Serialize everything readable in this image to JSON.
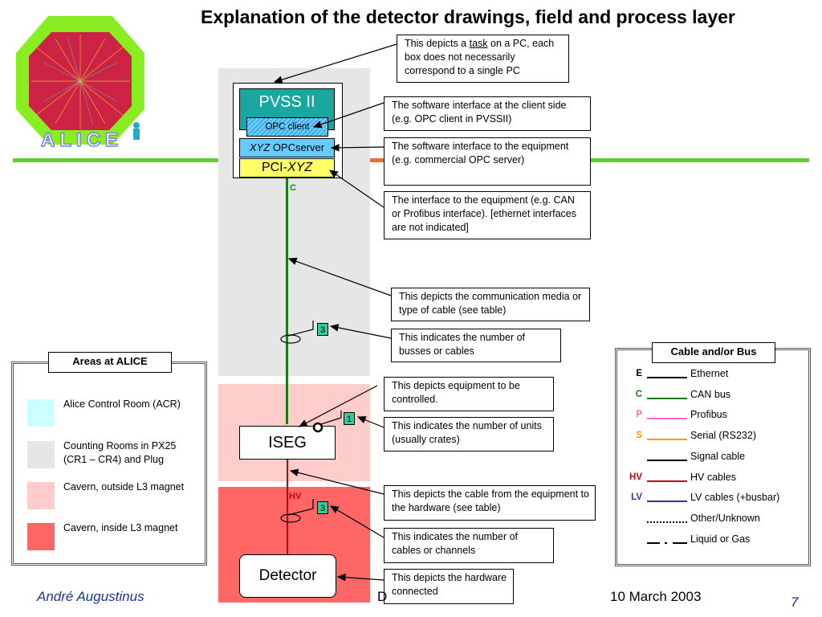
{
  "title": "Explanation of the detector drawings, field and process layer",
  "logo_text": "ALICE",
  "footer": {
    "author": "André Augustinus",
    "center": "D",
    "date": "10 March 2003",
    "page": "7"
  },
  "colors": {
    "counting_rooms": "#e6e6e6",
    "cavern_outside": "#ffcccc",
    "cavern_inside": "#ff6666",
    "acr": "#ccffff",
    "pvss": "#1aa79f",
    "opc_server": "#66ccff",
    "pci": "#ffff66",
    "accent_green": "#66cc33",
    "accent_orange": "#ff6633"
  },
  "diagram": {
    "pvss_label": "PVSS II",
    "opc_client_label": "OPC client",
    "opc_server_italic": "XYZ",
    "opc_server_label": "OPCserver",
    "pci_label": "PCI-",
    "pci_italic": "XYZ",
    "cable_c_label": "C",
    "cable_hv_label": "HV",
    "iseg_label": "ISEG",
    "detector_label": "Detector",
    "badge_busses": "3",
    "badge_units": "1",
    "badge_cables": "3"
  },
  "notes": {
    "task_pre": "This depicts a ",
    "task_word": "task",
    "task_post": " on a PC, each box does not necessarily correspond to a single PC",
    "client_iface": "The software interface at the client side (e.g. OPC client in PVSSII)",
    "equip_iface": "The software interface to the equipment (e.g. commercial OPC server)",
    "hw_iface": "The interface to the equipment (e.g. CAN or Profibus interface). [ethernet interfaces are not indicated]",
    "comm_media": "This depicts the communication media or type of cable (see table)",
    "num_busses": "This indicates the number of busses or cables",
    "equipment": "This depicts equipment to be controlled.",
    "num_units": "This indicates the number of units (usually crates)",
    "cable_hw": "This depicts the cable from the equipment to the hardware (see table)",
    "num_cables": "This indicates the number of cables or channels",
    "hw_connected": "This depicts the hardware connected"
  },
  "areas": {
    "title": "Areas at ALICE",
    "items": [
      {
        "label": "Alice Control Room (ACR)",
        "color": "#ccffff"
      },
      {
        "label": "Counting Rooms in PX25 (CR1 – CR4) and Plug",
        "color": "#e6e6e6"
      },
      {
        "label": "Cavern, outside L3 magnet",
        "color": "#ffcccc"
      },
      {
        "label": "Cavern, inside L3 magnet",
        "color": "#ff6666"
      }
    ]
  },
  "cables": {
    "title": "Cable and/or Bus",
    "items": [
      {
        "code": "E",
        "name": "Ethernet",
        "color": "#000000",
        "code_color": "#000000",
        "style": "solid"
      },
      {
        "code": "C",
        "name": "CAN bus",
        "color": "#1a7a1a",
        "code_color": "#1a7a1a",
        "style": "solid"
      },
      {
        "code": "P",
        "name": "Profibus",
        "color": "#ff66cc",
        "code_color": "#ff66cc",
        "style": "solid"
      },
      {
        "code": "S",
        "name": "Serial (RS232)",
        "color": "#ff9900",
        "code_color": "#ff9900",
        "style": "solid"
      },
      {
        "code": "",
        "name": "Signal cable",
        "color": "#000000",
        "code_color": "#000000",
        "style": "solid"
      },
      {
        "code": "HV",
        "name": "HV cables",
        "color": "#cc0000",
        "code_color": "#cc0000",
        "style": "solid"
      },
      {
        "code": "LV",
        "name": "LV cables (+busbar)",
        "color": "#333399",
        "code_color": "#333399",
        "style": "solid"
      },
      {
        "code": "",
        "name": "Other/Unknown",
        "color": "#000000",
        "code_color": "#000000",
        "style": "dotted"
      },
      {
        "code": "",
        "name": "Liquid or Gas",
        "color": "#000000",
        "code_color": "#000000",
        "style": "dashdot"
      }
    ]
  }
}
